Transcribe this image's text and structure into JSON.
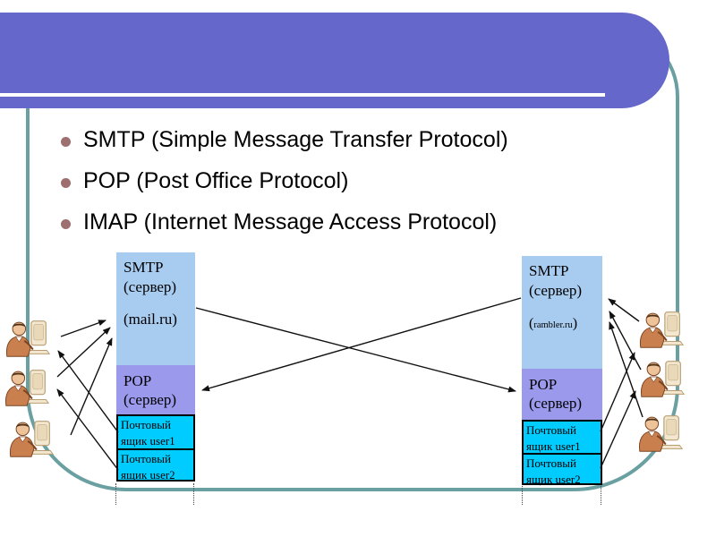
{
  "slide": {
    "bullets": [
      "SMTP (Simple Message Transfer Protocol)",
      "POP (Post Office Protocol)",
      "IMAP (Internet Message Access Protocol)"
    ],
    "colors": {
      "banner": "#6667cb",
      "frame": "#6aa0a1",
      "bullet": "#9e6f6f",
      "smtp_box": "#a8cbf0",
      "pop_box": "#9b99eb",
      "mailbox_box": "#00ccff"
    }
  },
  "diagram": {
    "left_server": {
      "smtp_title": "SMTP",
      "smtp_sub": "(сервер)",
      "domain": "(mail.ru)",
      "pop_title": "POP",
      "pop_sub": "(сервер)",
      "mailbox1": "Почтовый ящик user1",
      "mailbox2": "Почтовый ящик user2"
    },
    "right_server": {
      "smtp_title": "SMTP",
      "smtp_sub": "(сервер)",
      "domain_open": "(",
      "domain_text": "rambler.ru",
      "domain_close": ")",
      "pop_title": "POP",
      "pop_sub": "(сервер)",
      "mailbox1": "Почтовый ящик user1",
      "mailbox2": "Почтовый ящик user2"
    }
  }
}
